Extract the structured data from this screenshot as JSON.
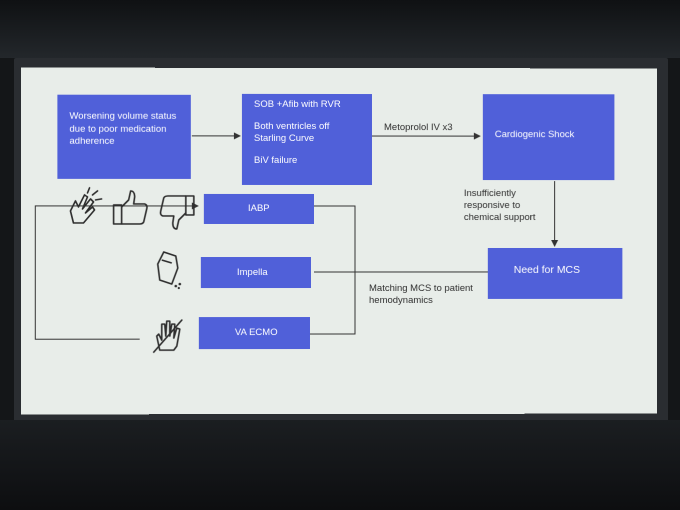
{
  "slide": {
    "box_adherence": "Worsening volume status due to poor medication adherence",
    "box_symptoms_1": "SOB +Afib with RVR",
    "box_symptoms_2": "Both ventricles off Starling Curve",
    "box_symptoms_3": "BiV failure",
    "arrow_metoprolol": "Metoprolol IV x3",
    "box_shock": "Cardiogenic Shock",
    "label_insufficient": "Insufficiently responsive to chemical support",
    "box_need_mcs": "Need for MCS",
    "label_matching": "Matching MCS to patient hemodynamics",
    "box_iabp": "IABP",
    "box_impella": "Impella",
    "box_ecmo": "VA ECMO"
  },
  "icons": [
    "clapping-hands-icon",
    "thumbs-up-icon",
    "thumbs-down-icon",
    "coffin-icon",
    "no-hand-icon"
  ],
  "colors": {
    "box_fill": "#5060d9",
    "screen_bg": "#e8ede9",
    "line": "#333333"
  }
}
